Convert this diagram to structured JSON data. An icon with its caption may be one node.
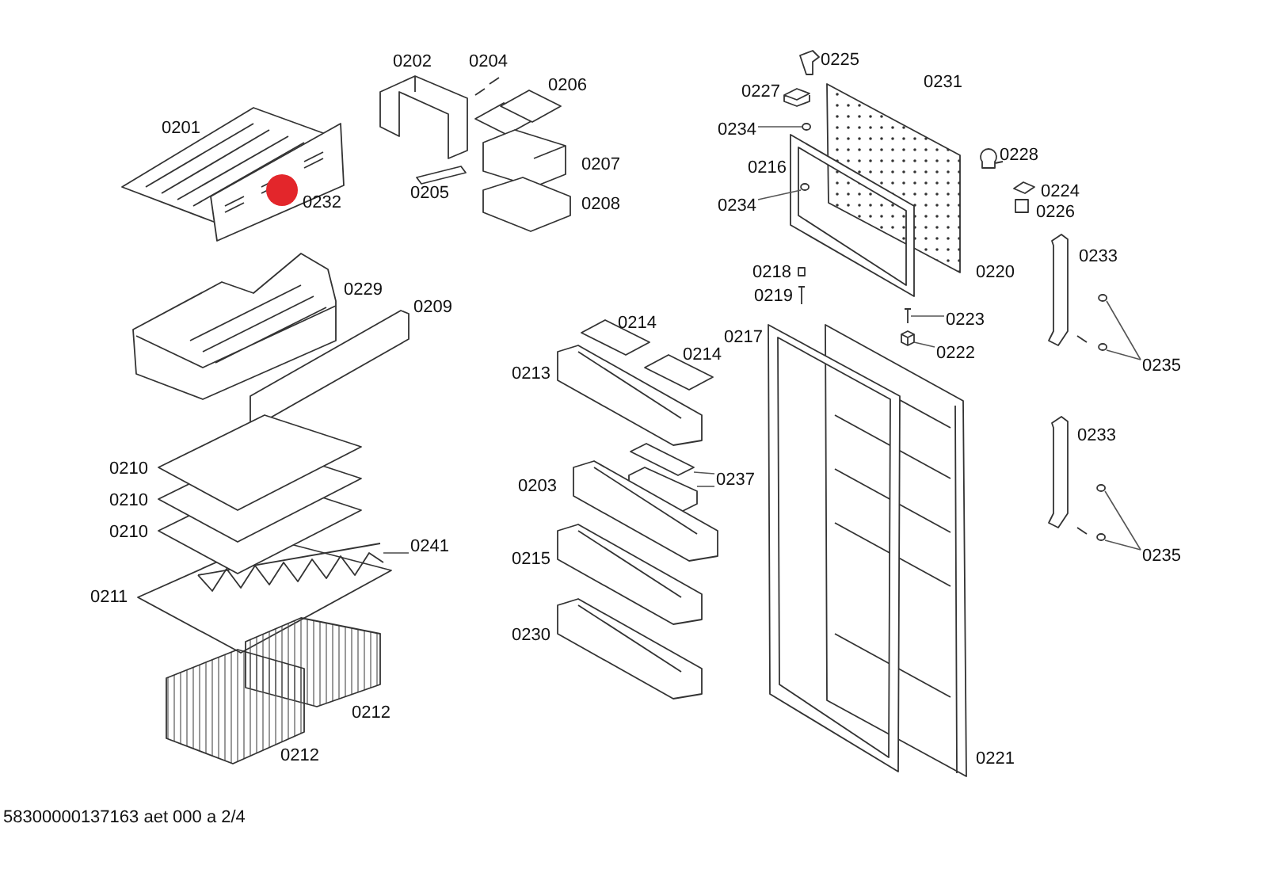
{
  "diagram": {
    "nodes": [
      {
        "text": [
          "0234"
        ]
      },
      {
        "text": [
          "0234"
        ]
      },
      {
        "text": [
          "0223"
        ]
      },
      {
        "text": [
          "0222"
        ]
      },
      {
        "text": [
          "0235"
        ]
      },
      {
        "text": [
          "0237"
        ]
      },
      {
        "text": [
          "0241"
        ]
      },
      {
        "text": [
          "0235"
        ]
      },
      {
        "text": [],
        "shape": "circle"
      },
      {
        "text": [],
        "shape": "circle"
      },
      {
        "text": [],
        "shape": "picture"
      },
      {
        "text": [],
        "shape": "picture"
      },
      {
        "text": [],
        "shape": "circle"
      },
      {
        "text": [],
        "shape": "circle"
      },
      {
        "text": [],
        "shape": "picture"
      },
      {
        "text": [],
        "shape": "picture"
      },
      {
        "text": [],
        "shape": "picture"
      },
      {
        "text": [],
        "shape": "circle"
      },
      {
        "text": [],
        "shape": "circle"
      }
    ],
    "edges": [
      {
        "from": 0,
        "to": 8,
        "arrow": "none"
      },
      {
        "from": 1,
        "to": 9,
        "arrow": "none"
      },
      {
        "from": 2,
        "to": 10,
        "arrow": "none"
      },
      {
        "from": 3,
        "to": 11,
        "arrow": "none"
      },
      {
        "from": 4,
        "to": 12,
        "arrow": "none"
      },
      {
        "from": 4,
        "to": 13,
        "arrow": "none"
      },
      {
        "from": 5,
        "to": 14,
        "arrow": "none"
      },
      {
        "from": 5,
        "to": 15,
        "arrow": "none"
      },
      {
        "from": 6,
        "to": 16,
        "arrow": "none"
      },
      {
        "from": 7,
        "to": 17,
        "arrow": "none"
      },
      {
        "from": 7,
        "to": 18,
        "arrow": "none"
      }
    ],
    "labels": [
      "0225",
      "0202",
      "0204",
      "0231",
      "0206",
      "0227",
      "0201",
      "0228",
      "0207",
      "0216",
      "0224",
      "0205",
      "0232",
      "0208",
      "0226",
      "0233",
      "0218",
      "0220",
      "0229",
      "0219",
      "0209",
      "0214",
      "0217",
      "0214",
      "0213",
      "0233",
      "0210",
      "0203",
      "0210",
      "0210",
      "0215",
      "0211",
      "0230",
      "0212",
      "0212",
      "0221",
      "58300000137163 aet 000 a 2/4"
    ]
  }
}
